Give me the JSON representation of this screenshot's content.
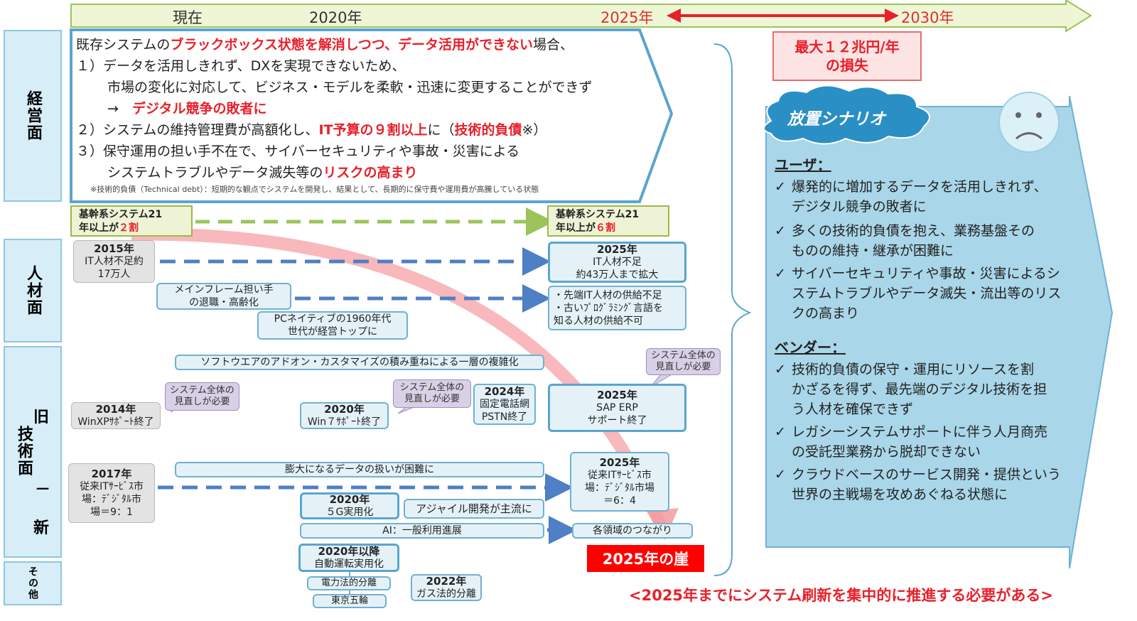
{
  "timeline": {
    "now": "現在",
    "y2020": "2020年",
    "y2025": "2025年",
    "y2030": "2030年"
  },
  "loss": {
    "line1": "最大１２兆円/年",
    "line2": "の損失"
  },
  "side_labels": {
    "management": "経営面",
    "people": "人材面",
    "tech_old": "旧",
    "tech_main": "技術面",
    "tech_dash": "－",
    "tech_new": "新",
    "other": "その他"
  },
  "management": {
    "l0_a": "既存システムの",
    "l0_b": "ブラックボックス状態を解消しつつ、データ活用ができない",
    "l0_c": "場合、",
    "l1": "１）データを活用しきれず、DXを実現できないため、",
    "l2": "市場の変化に対応して、ビジネス・モデルを柔軟・迅速に変更することができず",
    "l3_a": "→",
    "l3_b": "デジタル競争の敗者に",
    "l4_a": "２）システムの維持管理費が高額化し、",
    "l4_b": "IT予算の９割以上",
    "l4_c": "に（",
    "l4_d": "技術的負債",
    "l4_e": "※）",
    "l5": "３）保守運用の担い手不在で、サイバーセキュリティや事故・災害による",
    "l6_a": "システムトラブルやデータ滅失等の",
    "l6_b": "リスクの高まり",
    "note": "※技術的負債（Technical debt）：短期的な観点でシステムを開発し、結果として、長期的に保守費や運用費が高騰している状態"
  },
  "core_left": {
    "l1": "基幹系システム21",
    "l2a": "年以上が",
    "l2b": "２割"
  },
  "core_right": {
    "l1": "基幹系システム21",
    "l2a": "年以上が",
    "l2b": "６割"
  },
  "people": {
    "b2015_year": "2015年",
    "b2015_l1": "IT人材不足約",
    "b2015_l2": "17万人",
    "b2025_year": "2025年",
    "b2025_l1": "IT人材不足",
    "b2025_l2": "約43万人まで拡大",
    "mainframe_l1": "メインフレーム担い手",
    "mainframe_l2": "の退職・高齢化",
    "supply_l1": "・先端IT人材の供給不足",
    "supply_l2": "・古いﾌﾟﾛｸﾞﾗﾐﾝｸﾞ言語を",
    "supply_l3": "知る人材の供給不可",
    "pcnative_l1": "PCネイティブの1960年代",
    "pcnative_l2": "世代が経営トップに"
  },
  "tech": {
    "addon": "ソフトウエアのアドオン・カスタマイズの積み重ねによる一層の複雑化",
    "review1_l1": "システム全体の",
    "review1_l2": "見直しが必要",
    "review2_l1": "システム全体の",
    "review2_l2": "見直しが必要",
    "review3_l1": "システム全体の",
    "review3_l2": "見直しが必要",
    "b2014_year": "2014年",
    "b2014_l1": "WinXPｻﾎﾟｰﾄ終了",
    "b2020_year": "2020年",
    "b2020_l1": "Win７ｻﾎﾟｰﾄ終了",
    "b2024_year": "2024年",
    "b2024_l1": "固定電話網",
    "b2024_l2": "PSTN終了",
    "b2025sap_year": "2025年",
    "b2025sap_l1": "SAP ERP",
    "b2025sap_l2": "サポート終了",
    "bigdata": "膨大になるデータの扱いが困難に",
    "b2017_year": "2017年",
    "b2017_l1": "従来ITｻｰﾋﾞｽ市",
    "b2017_l2": "場：ﾃﾞｼﾞﾀﾙ市",
    "b2017_l3": "場＝9：1",
    "b2025it_year": "2025年",
    "b2025it_l1": "従来ITｻｰﾋﾞｽ市",
    "b2025it_l2": "場：ﾃﾞｼﾞﾀﾙ市場",
    "b2025it_l3": "＝6：4",
    "g5_year": "2020年",
    "g5_l1": "５G実用化",
    "agile": "アジャイル開発が主流に",
    "ai": "AI：一般利用進展",
    "connect": "各領域のつながり",
    "auto_year": "2020年以降",
    "auto_l1": "自動運転実用化"
  },
  "other": {
    "power": "電力法的分離",
    "gas_year": "2022年",
    "gas_l1": "ガス法的分離",
    "olympics": "東京五輪"
  },
  "cliff": "2025年の崖",
  "scenario": {
    "title": "放置シナリオ",
    "user_head": "ユーザ：",
    "u1_l1": "爆発的に増加するデータを活用しきれず、",
    "u1_l2": "デジタル競争の敗者に",
    "u2_l1": "多くの技術的負債を抱え、業務基盤その",
    "u2_l2": "ものの維持・継承が困難に",
    "u3_l1": "サイバーセキュリティや事故・災害によるシ",
    "u3_l2": "ステムトラブルやデータ滅失・流出等のリス",
    "u3_l3": "クの高まり",
    "vendor_head": "ベンダー：",
    "v1_l1": "技術的負債の保守・運用にリソースを割",
    "v1_l2": "かざるを得ず、最先端のデジタル技術を担",
    "v1_l3": "う人材を確保できず",
    "v2_l1": "レガシーシステムサポートに伴う人月商売",
    "v2_l2": "の受託型業務から脱却できない",
    "v3_l1": "クラウドベースのサービス開発・提供という",
    "v3_l2": "世界の主戦場を攻めあぐねる状態に",
    "check": "✓"
  },
  "footer": "<2025年までにシステム刷新を集中的に推進する必要がある>",
  "colors": {
    "timeline_fill": "#eef6d6",
    "timeline_stroke": "#9cc45a",
    "red": "#e8202a",
    "dash_blue": "#4f7fc4",
    "dash_green": "#9cc45a",
    "panel_blue": "#a9d6e8",
    "pink_arrow": "#f59aa0"
  }
}
